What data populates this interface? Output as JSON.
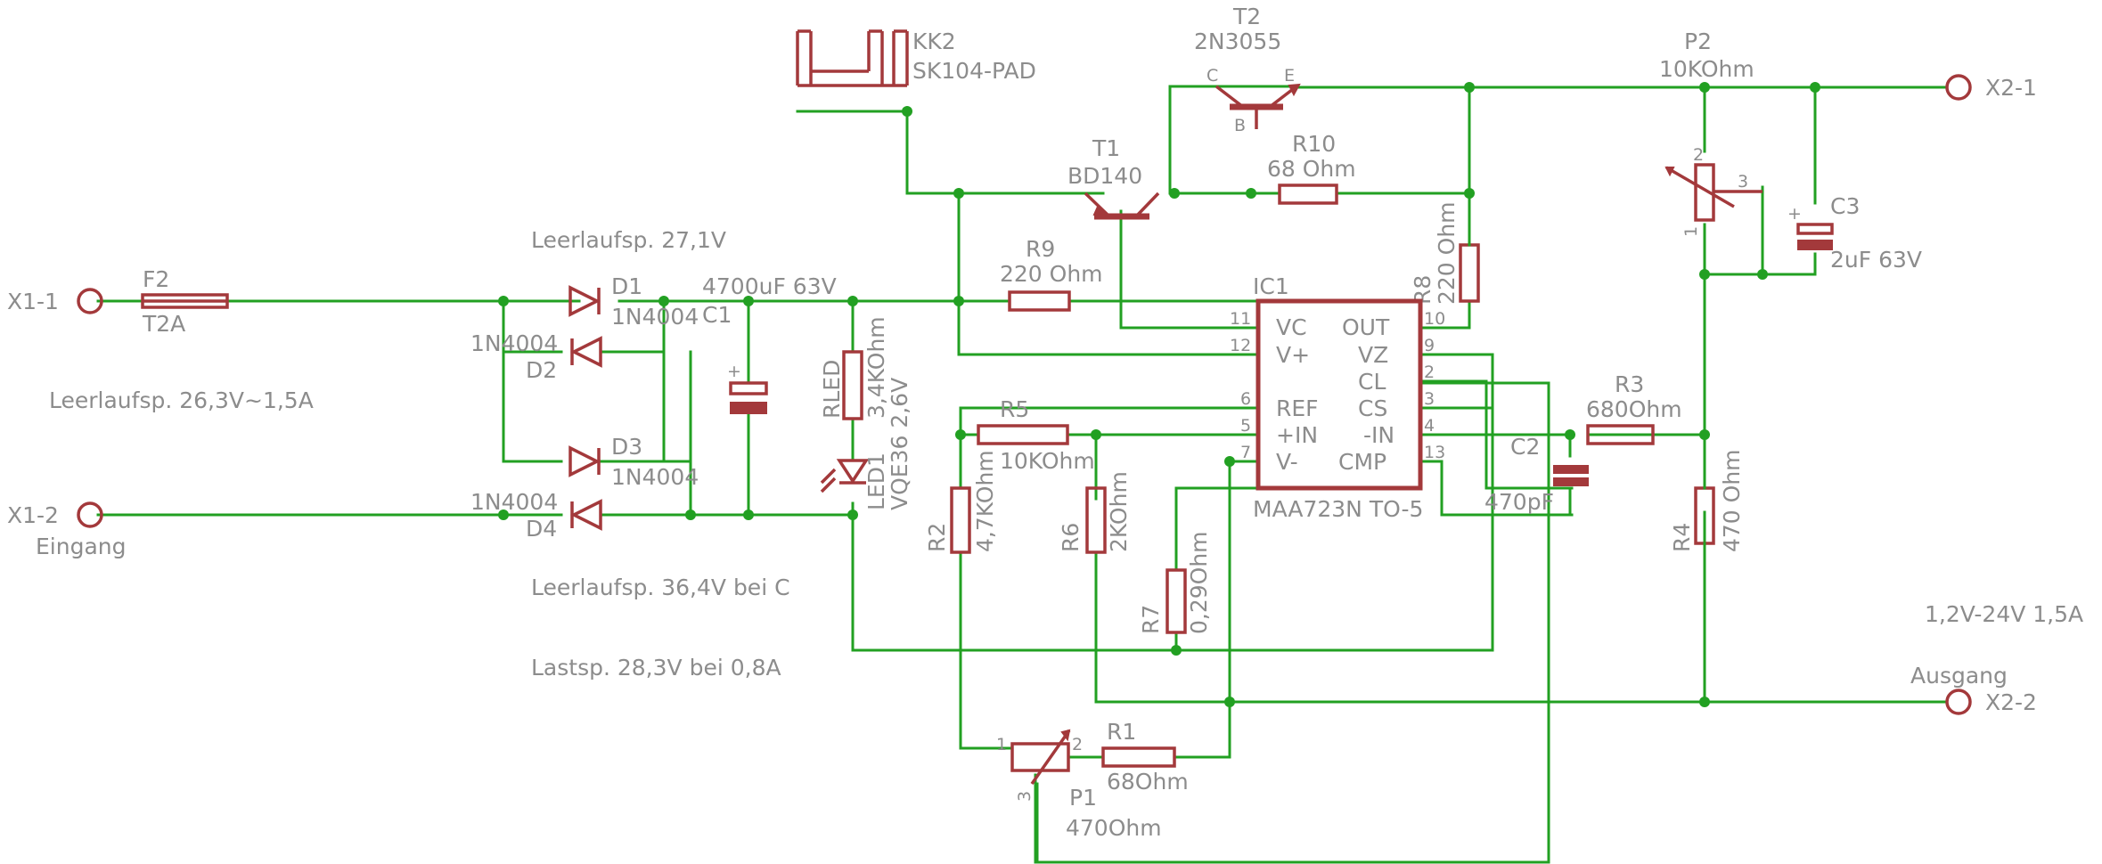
{
  "connectors": {
    "x1_1": "X1-1",
    "x1_2": "X1-2",
    "eingang": "Eingang",
    "x2_1": "X2-1",
    "x2_2": "X2-2",
    "ausgang": "Ausgang"
  },
  "parts": {
    "f2": {
      "name": "F2",
      "value": "T2A"
    },
    "d1": {
      "name": "D1",
      "value": "1N4004"
    },
    "d2": {
      "name": "D2",
      "value": "1N4004"
    },
    "d3": {
      "name": "D3",
      "value": "1N4004"
    },
    "d4": {
      "name": "D4",
      "value": "1N4004"
    },
    "c1": {
      "name": "C1",
      "value": "4700uF 63V"
    },
    "rled": {
      "name": "RLED",
      "value": "3,4KOhm"
    },
    "led1": {
      "name": "LED1",
      "value": "VQE36 2,6V"
    },
    "kk2": {
      "name": "KK2",
      "value": "SK104-PAD"
    },
    "t2": {
      "name": "T2",
      "value": "2N3055"
    },
    "t1": {
      "name": "T1",
      "value": "BD140"
    },
    "r9": {
      "name": "R9",
      "value": "220 Ohm"
    },
    "r10": {
      "name": "R10",
      "value": "68 Ohm"
    },
    "r8": {
      "name": "R8",
      "value": "220 Ohm"
    },
    "ic1": {
      "name": "IC1",
      "value": "MAA723N TO-5"
    },
    "r5": {
      "name": "R5",
      "value": "10KOhm"
    },
    "r2": {
      "name": "R2",
      "value": "4,7KOhm"
    },
    "r6": {
      "name": "R6",
      "value": "2KOhm"
    },
    "r7": {
      "name": "R7",
      "value": "0,29Ohm"
    },
    "p1": {
      "name": "P1",
      "value": "470Ohm"
    },
    "r1": {
      "name": "R1",
      "value": "68Ohm"
    },
    "c2": {
      "name": "C2",
      "value": "470pF"
    },
    "r3": {
      "name": "R3",
      "value": "680Ohm"
    },
    "r4": {
      "name": "R4",
      "value": "470 Ohm"
    },
    "p2": {
      "name": "P2",
      "value": "10KOhm"
    },
    "c3": {
      "name": "C3",
      "value": "2uF 63V"
    }
  },
  "ic_pins": {
    "vc": "VC",
    "vplus": "V+",
    "ref": "REF",
    "inp": "+IN",
    "vminus": "V-",
    "out": "OUT",
    "vz": "VZ",
    "cl": "CL",
    "cs": "CS",
    "inn": "-IN",
    "cmp": "CMP",
    "n11": "11",
    "n12": "12",
    "n6": "6",
    "n5": "5",
    "n7": "7",
    "n10": "10",
    "n9": "9",
    "n2": "2",
    "n3": "3",
    "n4": "4",
    "n13": "13"
  },
  "pin_numbers": {
    "one": "1",
    "two": "2",
    "three": "3",
    "b": "B",
    "c": "C",
    "e": "E",
    "plus": "+"
  },
  "notes": {
    "leerlauf_ac": "Leerlaufsp. 26,3V~1,5A",
    "leerlauf_27": "Leerlaufsp. 27,1V",
    "leerlauf_36": "Leerlaufsp. 36,4V bei C",
    "lastsp": "Lastsp. 28,3V bei 0,8A",
    "output_range": "1,2V-24V 1,5A"
  },
  "colors": {
    "wire": "#22a022",
    "symbol": "#a3393b",
    "text": "#8c8c8c"
  }
}
